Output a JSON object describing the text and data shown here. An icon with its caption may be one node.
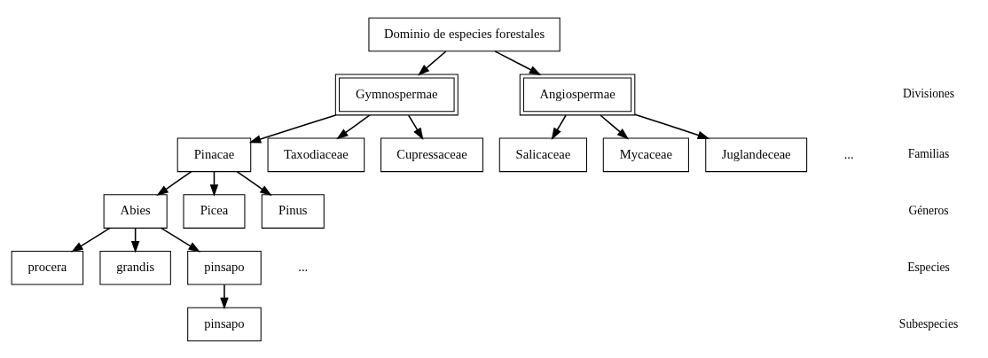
{
  "diagram": {
    "nodes": [
      {
        "text": [
          "Dominio de especies forestales"
        ]
      },
      {
        "text": [
          "Gymnospermae"
        ]
      },
      {
        "text": [
          "Angiospermae"
        ]
      },
      {
        "text": [
          "Pinacae"
        ]
      },
      {
        "text": [
          "Taxodiaceae"
        ]
      },
      {
        "text": [
          "Cupressaceae"
        ]
      },
      {
        "text": [
          "Salicaceae"
        ]
      },
      {
        "text": [
          "Mycaceae"
        ]
      },
      {
        "text": [
          "Juglandeceae"
        ],
        "beside": [
          "..."
        ]
      },
      {
        "text": [
          "Abies"
        ]
      },
      {
        "text": [
          "Picea"
        ]
      },
      {
        "text": [
          "Pinus"
        ]
      },
      {
        "text": [
          "procera"
        ]
      },
      {
        "text": [
          "grandis"
        ]
      },
      {
        "text": [
          "pinsapo"
        ],
        "beside": [
          "..."
        ]
      },
      {
        "text": [
          "pinsapo"
        ]
      }
    ],
    "edges": [
      {
        "from": 0,
        "to": 1,
        "arrow": "to"
      },
      {
        "from": 0,
        "to": 2,
        "arrow": "to"
      },
      {
        "from": 1,
        "to": 3,
        "arrow": "to"
      },
      {
        "from": 1,
        "to": 4,
        "arrow": "to"
      },
      {
        "from": 1,
        "to": 5,
        "arrow": "to"
      },
      {
        "from": 2,
        "to": 6,
        "arrow": "to"
      },
      {
        "from": 2,
        "to": 7,
        "arrow": "to"
      },
      {
        "from": 2,
        "to": 8,
        "arrow": "to"
      },
      {
        "from": 3,
        "to": 9,
        "arrow": "to"
      },
      {
        "from": 3,
        "to": 10,
        "arrow": "to"
      },
      {
        "from": 3,
        "to": 11,
        "arrow": "to"
      },
      {
        "from": 9,
        "to": 12,
        "arrow": "to"
      },
      {
        "from": 9,
        "to": 13,
        "arrow": "to"
      },
      {
        "from": 9,
        "to": 14,
        "arrow": "to"
      },
      {
        "from": 14,
        "to": 15,
        "arrow": "to"
      }
    ],
    "labels": [
      "Divisiones",
      "Familias",
      "Géneros",
      "Especies",
      "Subespecies"
    ]
  }
}
